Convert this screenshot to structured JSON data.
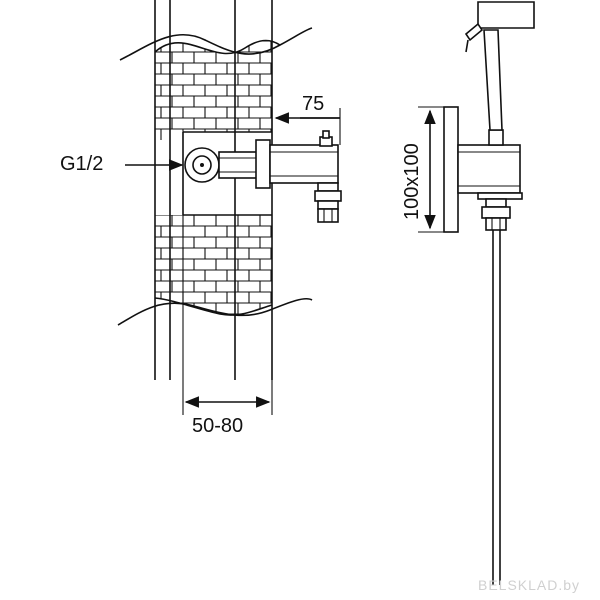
{
  "labels": {
    "thread": "G1/2",
    "projection": "75",
    "plate_size": "100x100",
    "wall_depth": "50-80"
  },
  "watermark": "BELSKLAD.by",
  "colors": {
    "line": "#111111",
    "background": "#ffffff",
    "watermark": "#d0d0d0"
  }
}
